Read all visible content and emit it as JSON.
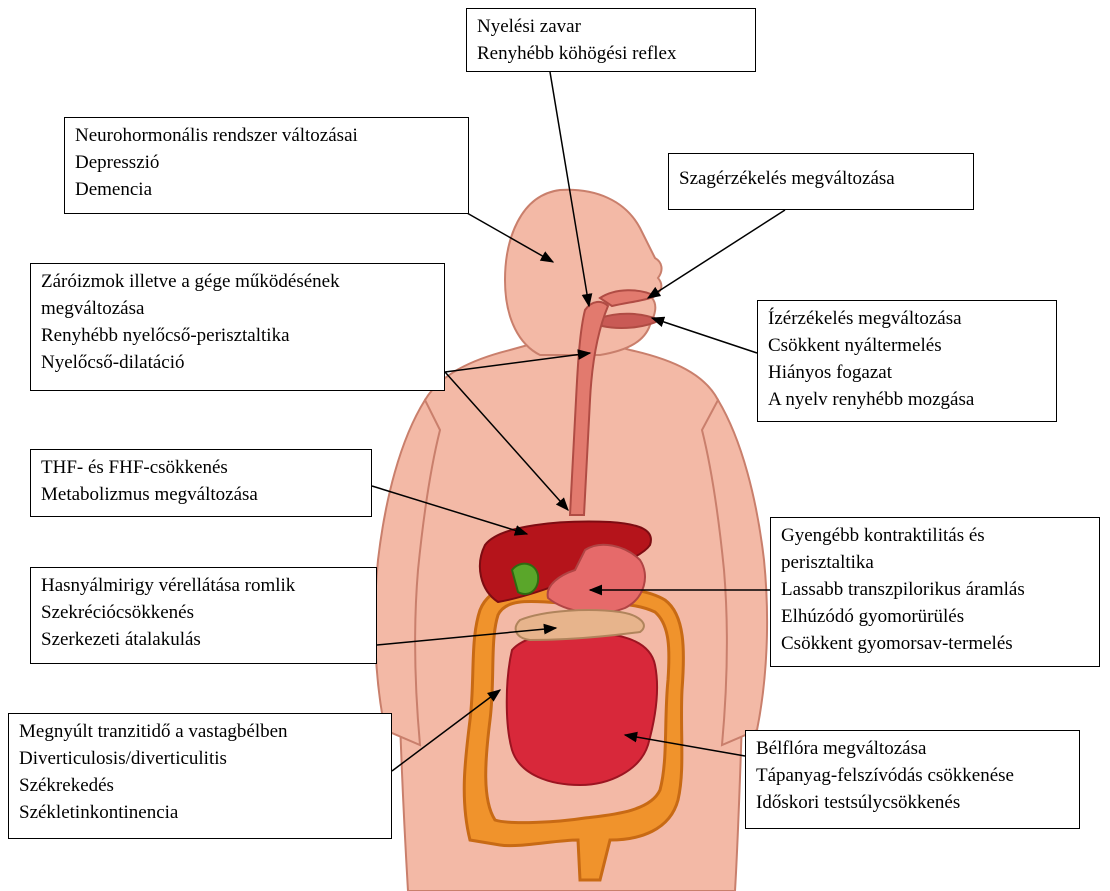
{
  "colors": {
    "skin": "#f3b9a6",
    "skin_outline": "#c97f6c",
    "esophagus": "#e27a6e",
    "liver": "#b5141b",
    "stomach": "#e66a6a",
    "small_intestine": "#d8283a",
    "large_intestine": "#f0932c",
    "gallbladder": "#5aa62a",
    "arrow": "#000000"
  },
  "labels": {
    "swallowing": [
      "Nyelési zavar",
      "Renyhébb köhögési reflex"
    ],
    "neuro": [
      "Neurohormonális rendszer változásai",
      "Depresszió",
      "Demencia"
    ],
    "smell": [
      "Szagérzékelés megváltozása"
    ],
    "sphincter": [
      "Záróizmok illetve a gége működésének",
      "megváltozása",
      "Renyhébb nyelőcső-perisztaltika",
      "Nyelőcső-dilatáció"
    ],
    "taste": [
      "Ízérzékelés megváltozása",
      "Csökkent nyáltermelés",
      "Hiányos fogazat",
      "A nyelv renyhébb mozgása"
    ],
    "liver": [
      "THF- és FHF-csökkenés",
      "Metabolizmus megváltozása"
    ],
    "stomach": [
      "Gyengébb kontraktilitás és",
      "perisztaltika",
      "Lassabb transzpilorikus áramlás",
      "Elhúzódó gyomorürülés",
      "Csökkent gyomorsav-termelés"
    ],
    "pancreas": [
      "Hasnyálmirigy vérellátása romlik",
      "Szekréciócsökkenés",
      "Szerkezeti átalakulás"
    ],
    "colon": [
      "Megnyúlt tranzitidő a vastagbélben",
      "Diverticulosis/diverticulitis",
      "Székrekedés",
      "Székletinkontinencia"
    ],
    "flora": [
      "Bélflóra megváltozása",
      "Tápanyag-felszívódás csökkenése",
      "Időskori testsúlycsökkenés"
    ]
  }
}
